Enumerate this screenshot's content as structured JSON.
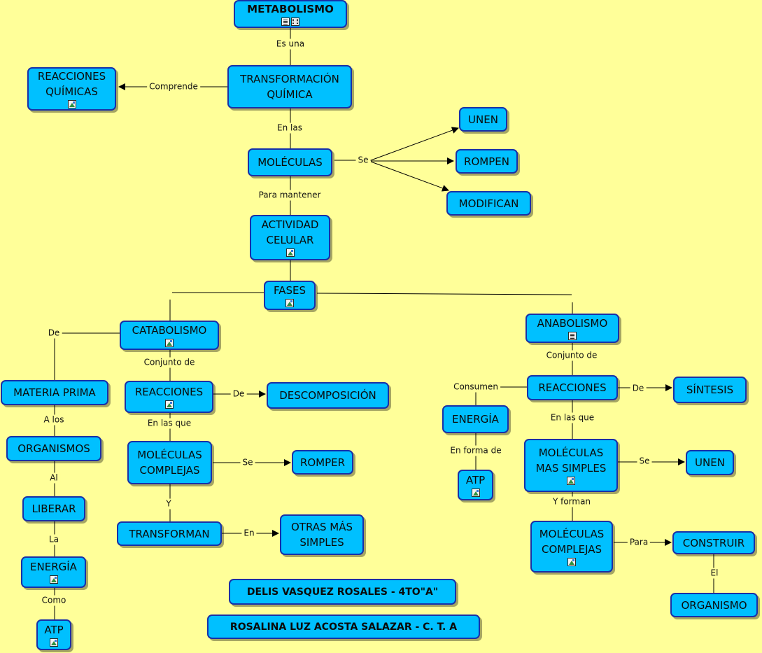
{
  "nodes": {
    "metabolismo": "METABOLISMO",
    "transformacion": "TRANSFORMACIÓN\nQUÍMICA",
    "reacciones_quimicas": "REACCIONES\nQUÍMICAS",
    "moleculas": "MOLÉCULAS",
    "unen_top": "UNEN",
    "rompen": "ROMPEN",
    "modifican": "MODIFICAN",
    "actividad": "ACTIVIDAD\nCELULAR",
    "fases": "FASES",
    "catabolismo": "CATABOLISMO",
    "anabolismo": "ANABOLISMO",
    "materia_prima": "MATERIA PRIMA",
    "organismos": "ORGANISMOS",
    "liberar": "LIBERAR",
    "energia_left": "ENERGÍA",
    "atp_left": "ATP",
    "reacciones_cat": "REACCIONES",
    "descomposicion": "DESCOMPOSICIÓN",
    "moleculas_complejas_cat": "MOLÉCULAS\nCOMPLEJAS",
    "romper": "ROMPER",
    "transforman": "TRANSFORMAN",
    "otras": "OTRAS MÁS\nSIMPLES",
    "reacciones_ana": "REACCIONES",
    "sintesis": "SÍNTESIS",
    "energia_mid": "ENERGÍA",
    "atp_mid": "ATP",
    "moleculas_simples": "MOLÉCULAS\nMAS SIMPLES",
    "unen_bottom": "UNEN",
    "moleculas_complejas_ana": "MOLÉCULAS\nCOMPLEJAS",
    "construir": "CONSTRUIR",
    "organismo": "ORGANISMO",
    "autor": "DELIS VASQUEZ ROSALES - 4TO\"A\"",
    "profesora": "ROSALINA LUZ ACOSTA SALAZAR - C. T. A"
  },
  "links": {
    "es_una": "Es una",
    "comprende": "Comprende",
    "en_las": "En las",
    "se_top": "Se",
    "para_mantener": "Para mantener",
    "de_cat": "De",
    "conjunto_cat": "Conjunto de",
    "a_los": "A los",
    "al": "Al",
    "la": "La",
    "como": "Como",
    "de_desc": "De",
    "en_las_que_cat": "En las que",
    "se_romper": "Se",
    "y": "Y",
    "en": "En",
    "conjunto_ana": "Conjunto de",
    "consumen": "Consumen",
    "de_sint": "De",
    "en_forma_de": "En forma de",
    "en_las_que_ana": "En las que",
    "se_unen": "Se",
    "y_forman": "Y forman",
    "para": "Para",
    "el": "El"
  },
  "colors": {
    "node_fill": "#00c0ff",
    "node_border": "#1830a8",
    "background": "#ffff99",
    "line": "#000000"
  }
}
